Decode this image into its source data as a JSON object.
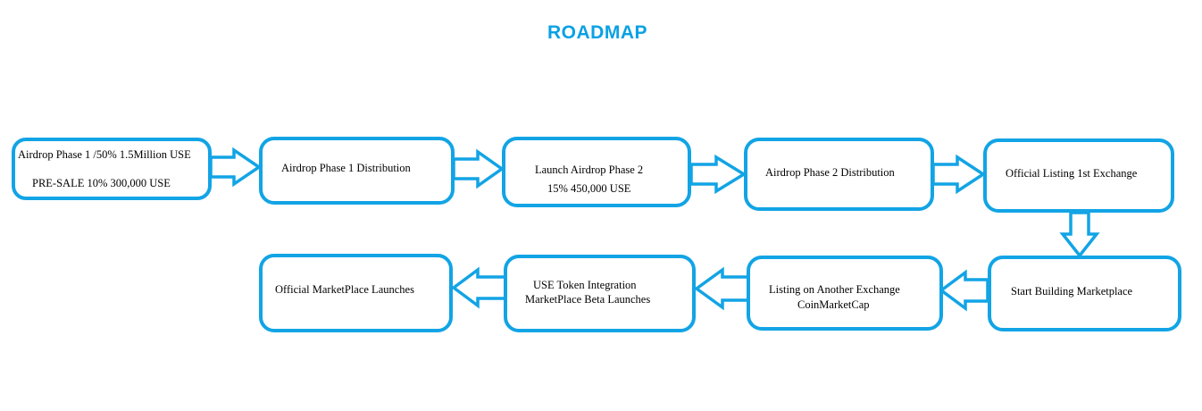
{
  "title": "ROADMAP",
  "colors": {
    "accent": "#12a4e5",
    "title": "#0aa1e4",
    "arrow_fill": "#ffffff"
  },
  "steps": [
    {
      "lines": [
        "Airdrop Phase 1 /50% 1.5Million USE",
        "PRE-SALE 10% 300,000 USE"
      ]
    },
    {
      "lines": [
        "Airdrop Phase 1 Distribution"
      ]
    },
    {
      "lines": [
        "Launch Airdrop Phase 2",
        "15%  450,000 USE"
      ]
    },
    {
      "lines": [
        "Airdrop Phase 2 Distribution"
      ]
    },
    {
      "lines": [
        "Official Listing 1st Exchange"
      ]
    },
    {
      "lines": [
        "Start Building Marketplace"
      ]
    },
    {
      "lines": [
        "Listing on Another Exchange",
        "CoinMarketCap"
      ]
    },
    {
      "lines": [
        "USE Token  Integration",
        "MarketPlace Beta Launches"
      ]
    },
    {
      "lines": [
        "Official MarketPlace Launches"
      ]
    }
  ]
}
